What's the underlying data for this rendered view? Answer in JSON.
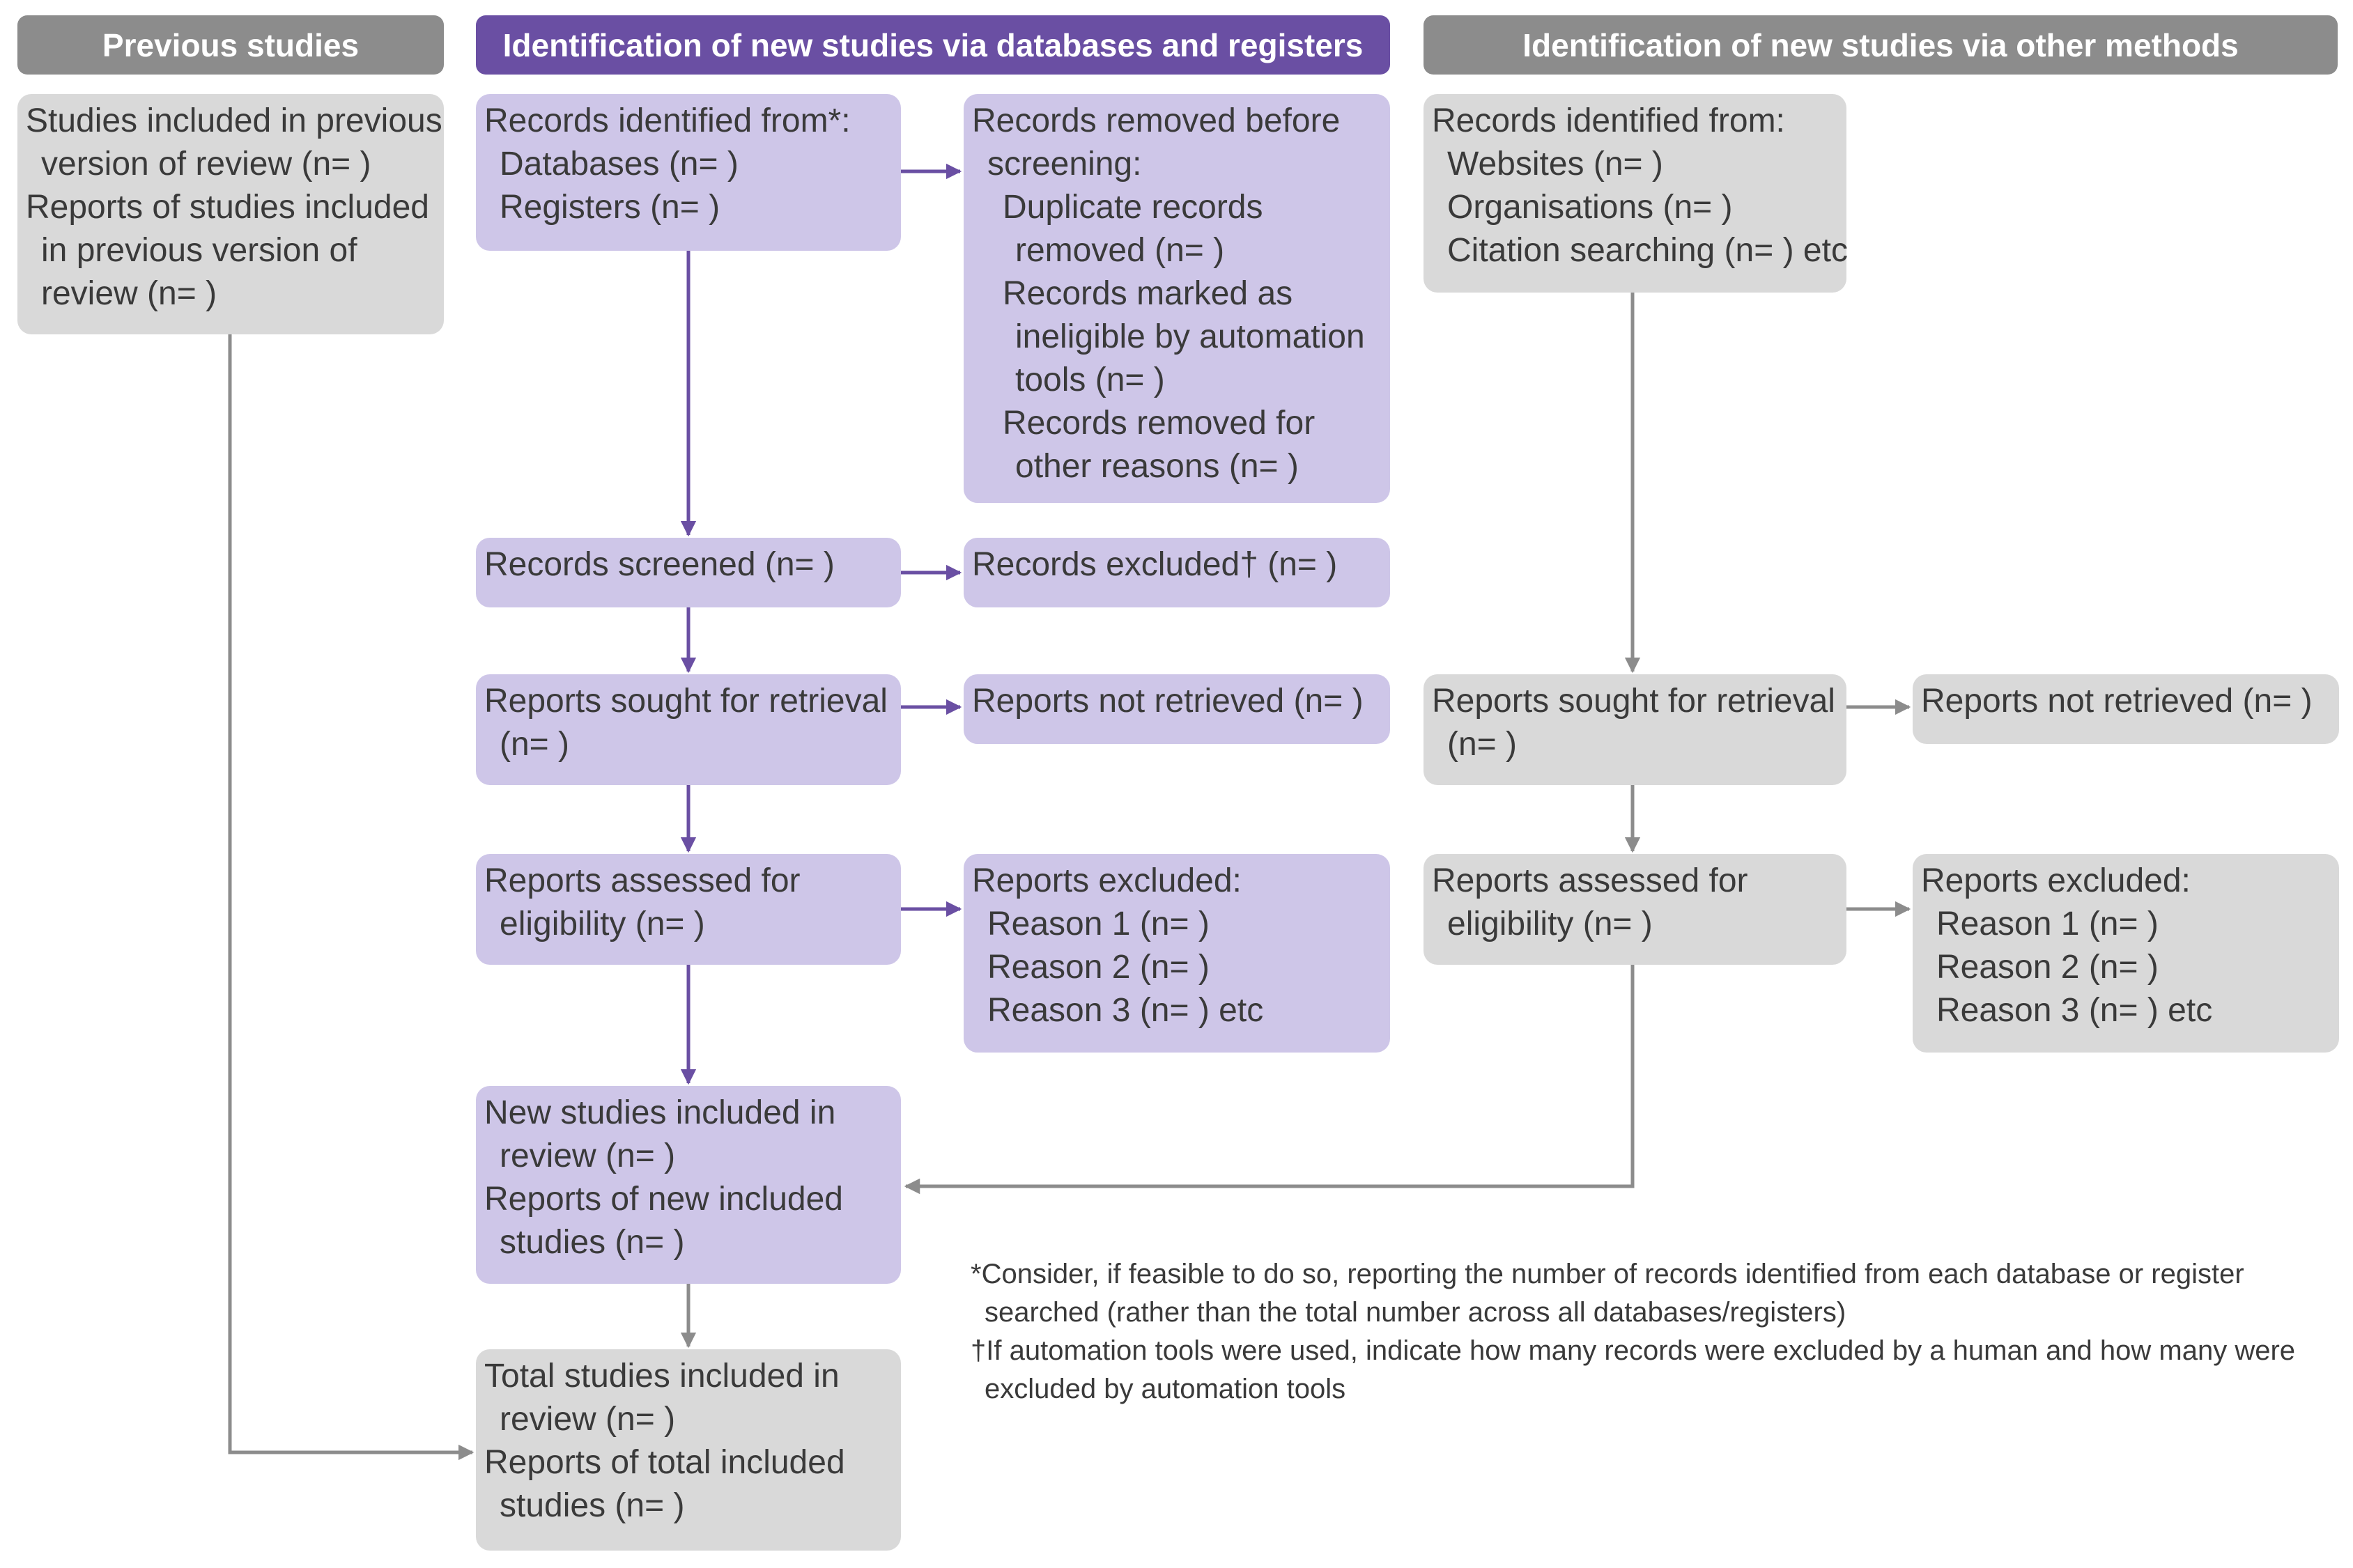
{
  "colors": {
    "gray_header": "#8c8c8c",
    "purple_header": "#6a4fa3",
    "gray_box": "#d9d9d9",
    "purple_box": "#cec6e8",
    "purple_arrow": "#6a4fa3",
    "gray_arrow": "#8c8c8c"
  },
  "headers": {
    "previous": "Previous studies",
    "databases": "Identification of new studies via databases and registers",
    "other": "Identification of new studies via other methods"
  },
  "boxes": {
    "prev_included": {
      "lines": [
        "Studies included in previous",
        "version of review (n= )",
        "Reports of studies included",
        "in previous version of",
        "review (n= )"
      ]
    },
    "db_identified": {
      "lines": [
        "Records identified from*:",
        "Databases (n= )",
        "Registers (n= )"
      ]
    },
    "db_removed": {
      "lines": [
        "Records removed before",
        "screening:",
        "Duplicate records",
        "removed (n= )",
        "Records marked as",
        "ineligible by automation",
        "tools (n= )",
        "Records removed for",
        "other reasons (n= )"
      ]
    },
    "db_screened": {
      "lines": [
        "Records screened (n= )"
      ]
    },
    "db_excluded": {
      "lines": [
        "Records excluded† (n= )"
      ]
    },
    "db_sought": {
      "lines": [
        "Reports sought for retrieval",
        "(n= )"
      ]
    },
    "db_not_retrieved": {
      "lines": [
        "Reports not retrieved (n= )"
      ]
    },
    "db_assessed": {
      "lines": [
        "Reports assessed for",
        "eligibility (n= )"
      ]
    },
    "db_reports_excluded": {
      "lines": [
        "Reports excluded:",
        "Reason 1 (n= )",
        "Reason 2 (n= )",
        "Reason 3 (n= ) etc"
      ]
    },
    "new_included": {
      "lines": [
        "New studies included in",
        "review (n= )",
        "Reports of new included",
        "studies (n= )"
      ]
    },
    "total_included": {
      "lines": [
        "Total studies included in",
        "review (n= )",
        "Reports of total included",
        "studies (n= )"
      ]
    },
    "other_identified": {
      "lines": [
        "Records identified from:",
        "Websites (n= )",
        "Organisations (n= )",
        "Citation searching (n= ) etc"
      ]
    },
    "other_sought": {
      "lines": [
        "Reports sought for retrieval",
        "(n= )"
      ]
    },
    "other_not_retrieved": {
      "lines": [
        "Reports not retrieved (n= )"
      ]
    },
    "other_assessed": {
      "lines": [
        "Reports assessed for",
        "eligibility (n= )"
      ]
    },
    "other_reports_excluded": {
      "lines": [
        "Reports excluded:",
        "Reason 1 (n= )",
        "Reason 2 (n= )",
        "Reason 3 (n= ) etc"
      ]
    }
  },
  "footnotes": [
    "*Consider, if feasible to do so, reporting the number of records identified from each database or register",
    "searched (rather than the total number across all databases/registers)",
    "†If automation tools were used, indicate how many records were excluded by a human and how many were",
    "excluded by automation tools"
  ]
}
